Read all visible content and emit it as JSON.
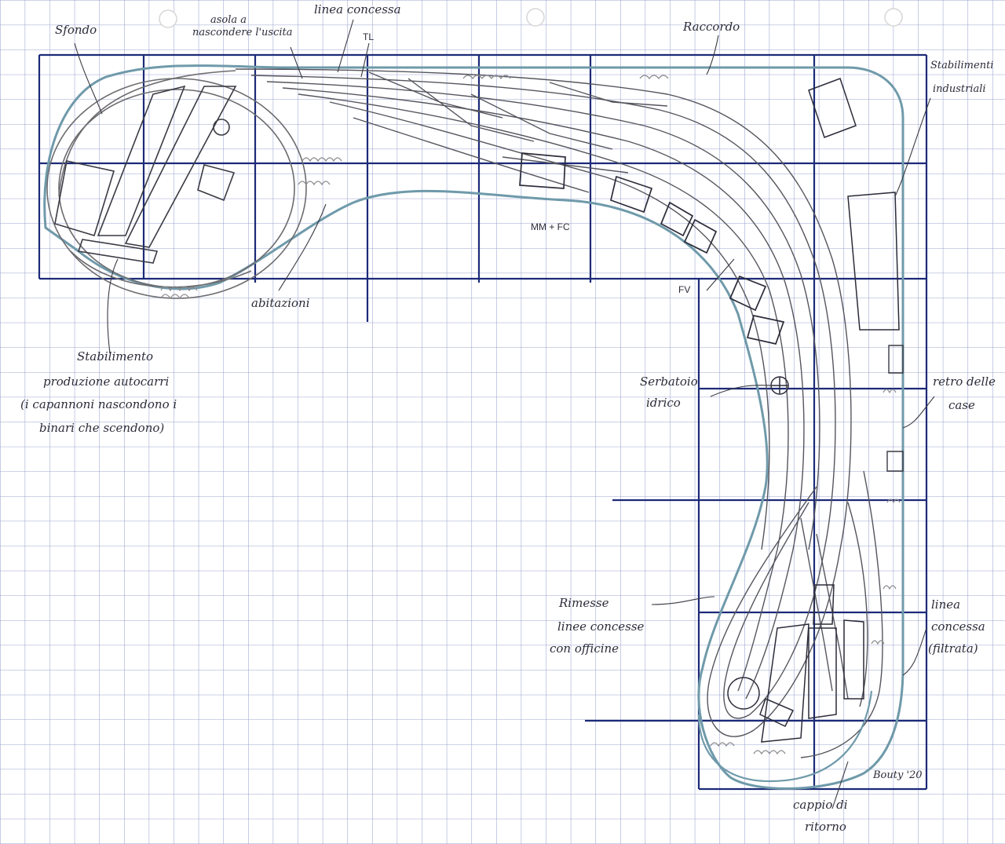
{
  "labels": {
    "sfondo": "Sfondo",
    "asola_line1": "asola a",
    "asola_line2": "nascondere l'uscita",
    "linea_concessa_top": "linea concessa",
    "tl": "TL",
    "raccordo": "Raccordo",
    "stabilimenti_line1": "Stabilimenti",
    "stabilimenti_line2": "industriali",
    "mm_fc": "MM + FC",
    "fv": "FV",
    "abitazioni": "abitazioni",
    "stab_autocarri_line1": "Stabilimento",
    "stab_autocarri_line2": "produzione autocarri",
    "stab_autocarri_line3": "(i capannoni nascondono i",
    "stab_autocarri_line4": "binari che scendono)",
    "serbatoio_line1": "Serbatoio",
    "serbatoio_line2": "idrico",
    "retro_line1": "retro delle",
    "retro_line2": "case",
    "rimesse_line1": "Rimesse",
    "rimesse_line2": "linee concesse",
    "rimesse_line3": "con officine",
    "linea_concessa_right_line1": "linea",
    "linea_concessa_right_line2": "concessa",
    "linea_concessa_right_line3": "(filtrata)",
    "cappio_line1": "cappio di",
    "cappio_line2": "ritorno",
    "signature": "Bouty '20"
  },
  "colors": {
    "paper": "#ffffff",
    "grid": "#9aa3cf",
    "major_grid": "#1c2a78",
    "pencil": "#6c6c70",
    "ink": "#2c2c3a",
    "blue_edge": "#6f9aaa"
  }
}
